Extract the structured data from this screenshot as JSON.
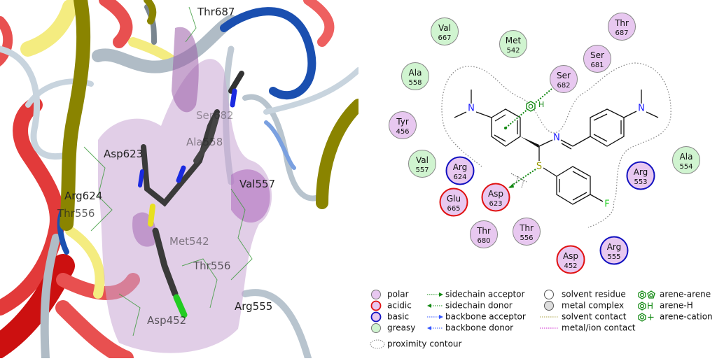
{
  "view3d": {
    "labels": [
      "Thr687",
      "Asp623",
      "Arg624",
      "Thr556",
      "Val557",
      "Met542",
      "Ala558",
      "Thr556",
      "Arg555",
      "Asp452",
      "Ser682"
    ]
  },
  "colors": {
    "polar_fill": "#e8c8f0",
    "acidic_ring": "#e01010",
    "basic_ring": "#1010c0",
    "greasy_fill": "#d0f4d0",
    "hbond": "#118811",
    "contour": "#888888",
    "nitrogen": "#1a1aff",
    "sulfur": "#9a9a00",
    "fluorine": "#22cc22"
  },
  "ligand": {
    "atoms": {
      "n_left": "N",
      "n_right": "N",
      "n_imine": "N",
      "s": "S",
      "f": "F",
      "arene_h": "H"
    }
  },
  "residues": [
    {
      "name": "Val",
      "num": "667",
      "type": "greasy"
    },
    {
      "name": "Met",
      "num": "542",
      "type": "greasy"
    },
    {
      "name": "Thr",
      "num": "687",
      "type": "polar"
    },
    {
      "name": "Ser",
      "num": "681",
      "type": "polar"
    },
    {
      "name": "Ser",
      "num": "682",
      "type": "polar"
    },
    {
      "name": "Ala",
      "num": "558",
      "type": "greasy"
    },
    {
      "name": "Tyr",
      "num": "456",
      "type": "polar"
    },
    {
      "name": "Val",
      "num": "557",
      "type": "greasy"
    },
    {
      "name": "Arg",
      "num": "624",
      "type": "basic"
    },
    {
      "name": "Glu",
      "num": "665",
      "type": "acidic"
    },
    {
      "name": "Asp",
      "num": "623",
      "type": "acidic"
    },
    {
      "name": "Thr",
      "num": "680",
      "type": "polar"
    },
    {
      "name": "Thr",
      "num": "556",
      "type": "polar"
    },
    {
      "name": "Asp",
      "num": "452",
      "type": "acidic"
    },
    {
      "name": "Arg",
      "num": "555",
      "type": "basic"
    },
    {
      "name": "Arg",
      "num": "553",
      "type": "basic"
    },
    {
      "name": "Ala",
      "num": "554",
      "type": "greasy"
    }
  ],
  "legend": {
    "residue_types": [
      "polar",
      "acidic",
      "basic",
      "greasy"
    ],
    "interactions": [
      "sidechain acceptor",
      "sidechain donor",
      "backbone acceptor",
      "backbone donor"
    ],
    "solvent": [
      "solvent residue",
      "metal complex",
      "solvent contact",
      "metal/ion contact"
    ],
    "arene": [
      "arene-arene",
      "arene-H",
      "arene-cation"
    ],
    "arene_symbols": [
      "",
      "H",
      "+"
    ],
    "contour": "proximity contour"
  }
}
